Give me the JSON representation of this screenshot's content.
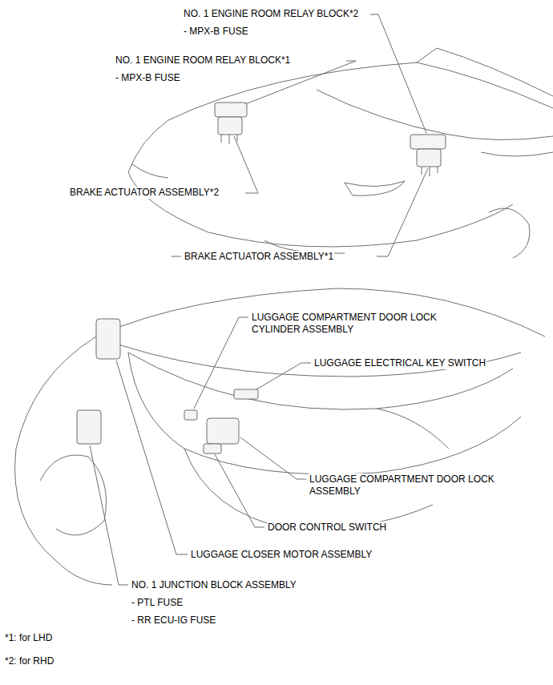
{
  "diagram": {
    "labels": [
      "NO. 1 ENGINE ROOM RELAY BLOCK*2",
      "- MPX-B FUSE",
      "NO. 1 ENGINE ROOM RELAY BLOCK*1",
      "- MPX-B FUSE",
      "BRAKE ACTUATOR ASSEMBLY*2",
      "BRAKE ACTUATOR ASSEMBLY*1",
      "LUGGAGE COMPARTMENT DOOR LOCK CYLINDER ASSEMBLY",
      "LUGGAGE ELECTRICAL KEY SWITCH",
      "LUGGAGE COMPARTMENT DOOR LOCK ASSEMBLY",
      "DOOR CONTROL SWITCH",
      "LUGGAGE CLOSER MOTOR ASSEMBLY",
      "NO. 1 JUNCTION BLOCK ASSEMBLY",
      "- PTL FUSE",
      "- RR ECU-IG FUSE",
      "*1: for LHD",
      "*2: for RHD"
    ]
  }
}
